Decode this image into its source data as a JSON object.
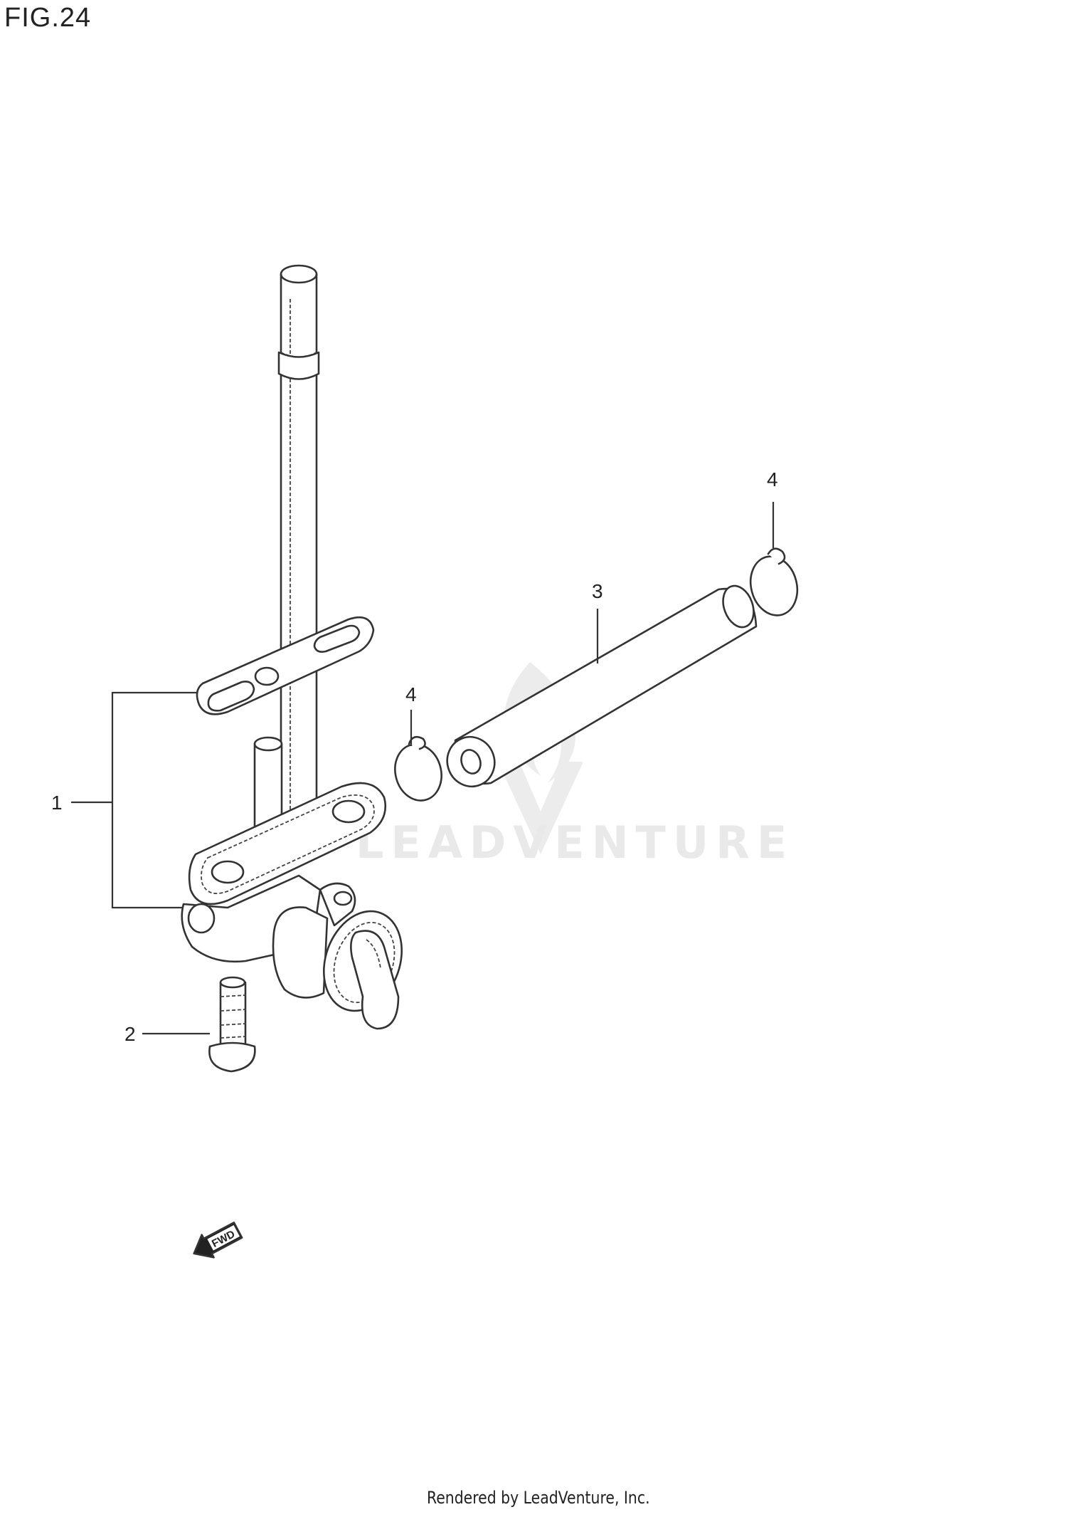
{
  "figure": {
    "label": "FIG.24"
  },
  "callouts": {
    "c1": "1",
    "c2": "2",
    "c3": "3",
    "c4a": "4",
    "c4b": "4"
  },
  "fwd_arrow": {
    "label": "FWD"
  },
  "watermark": {
    "text": "LEADVENTURE"
  },
  "footer": {
    "text": "Rendered by LeadVenture, Inc."
  },
  "colors": {
    "line": "#333333",
    "watermark": "#e9e9e9",
    "background": "#ffffff"
  }
}
